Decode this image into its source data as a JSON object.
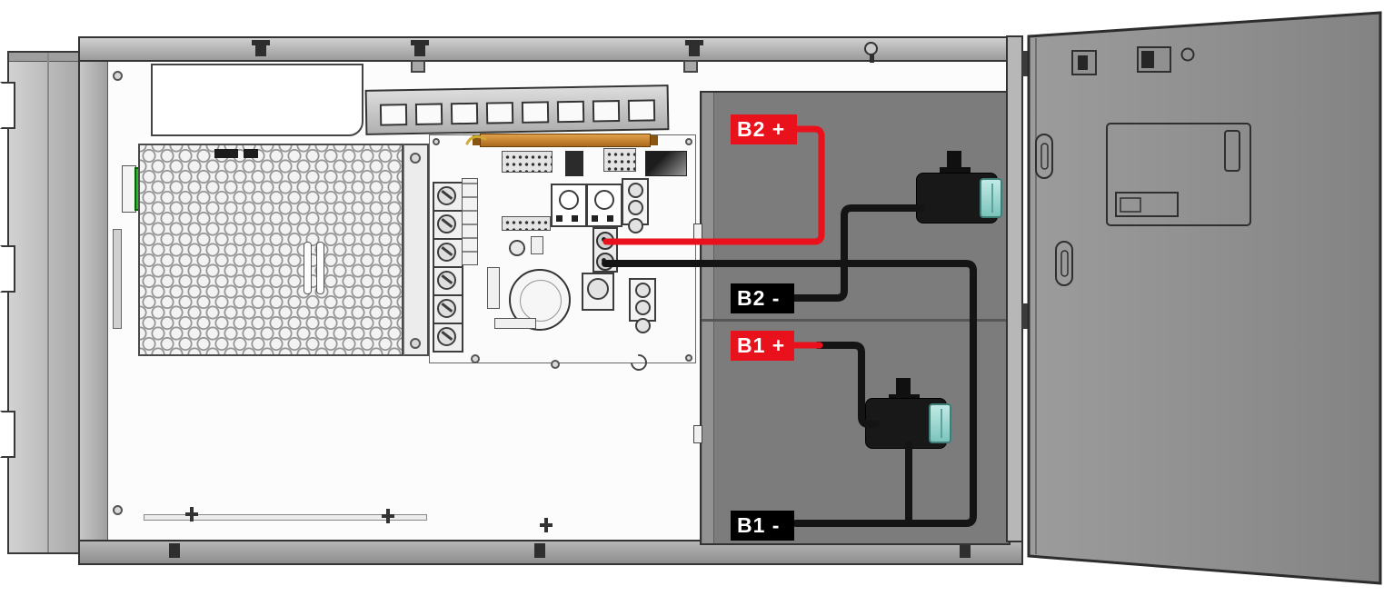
{
  "diagram": {
    "type": "battery-wiring-illustration",
    "battery_labels": {
      "b2_plus": "B2 +",
      "b2_minus": "B2 -",
      "b1_plus": "B1 +",
      "b1_minus": "B1 -"
    },
    "colors": {
      "positive_label_bg": "#e8111c",
      "negative_label_bg": "#000000",
      "label_text": "#ffffff",
      "wire_positive": "#e8111c",
      "wire_negative": "#141414",
      "battery_compartment": "#7c7c7c",
      "door_panel": "#8f8f8f",
      "connector_green": "#2eb82e",
      "bus_bar_copper": "#c98a3c",
      "fuse_window_cyan": "#a6ded9"
    }
  }
}
